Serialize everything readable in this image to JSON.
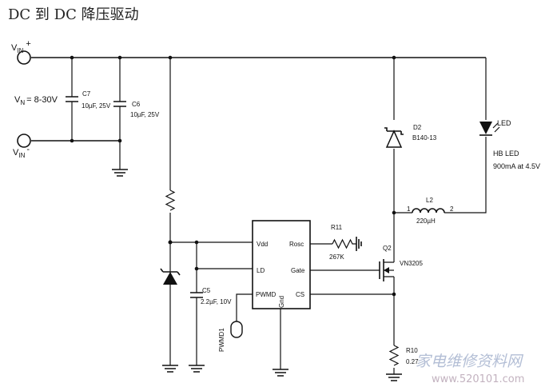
{
  "title": "DC 到 DC 降压驱动",
  "labels": {
    "vin_plus_main": "V",
    "vin_plus_sub": "IN",
    "vin_plus_sign": "+",
    "vin_minus_main": "V",
    "vin_minus_sub": "IN",
    "vin_minus_sign": "-",
    "vn_main": "V",
    "vn_sub": "N",
    "vn_range": "= 8-30V",
    "c7_name": "C7",
    "c7_value": "10µF, 25V",
    "c6_name": "C6",
    "c6_value": "10µF, 25V",
    "d2_name": "D2",
    "d2_value": "B140-13",
    "led_label": "LED",
    "hb_led": "HB LED",
    "led_spec": "900mA at 4.5V",
    "l2_name": "L2",
    "l2_value": "220µH",
    "l2_pin1": "1",
    "l2_pin2": "2",
    "r11_name": "R11",
    "r11_value": "267K",
    "q2_name": "Q2",
    "q2_value": "VN3205",
    "c5_name": "C5",
    "c5_value": "2.2µF, 10V",
    "pwmd1": "PWMD1",
    "r10_name": "R10",
    "r10_value": "0.27"
  },
  "ic_pins": {
    "vdd": "Vdd",
    "ld": "LD",
    "pwmd": "PWMD",
    "gnd": "Gnd",
    "rosc": "Rosc",
    "gate": "Gate",
    "cs": "CS"
  },
  "watermark": {
    "text": "家电维修资料网",
    "url": "www.520101.com"
  }
}
